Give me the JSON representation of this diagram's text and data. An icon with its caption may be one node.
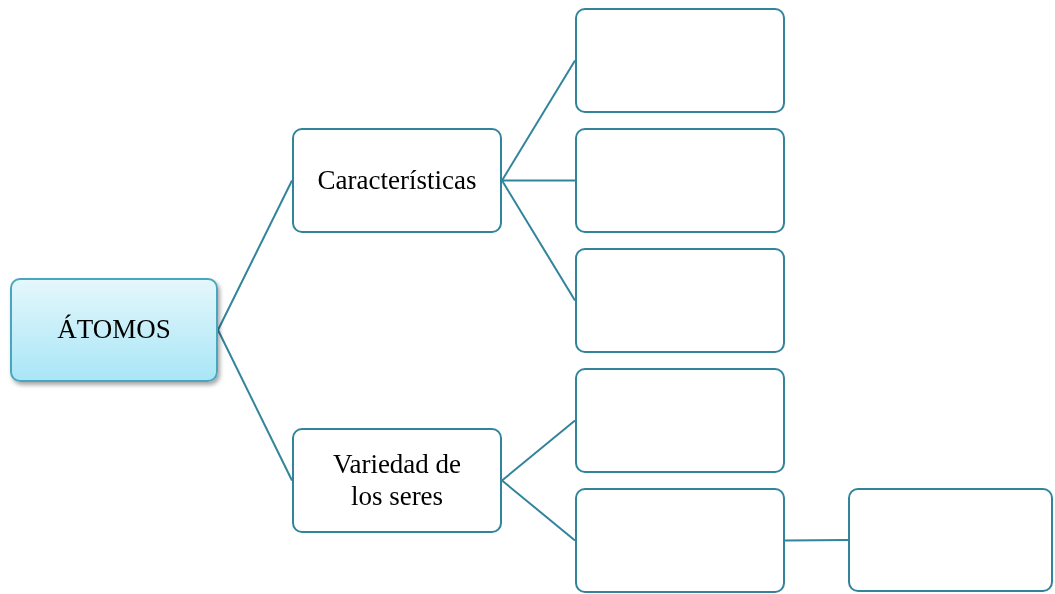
{
  "diagram": {
    "nodes": [
      {
        "text": [
          "ÁTOMOS"
        ]
      },
      {
        "text": [
          "Características"
        ]
      },
      {
        "text": [],
        "shape": "box"
      },
      {
        "text": [],
        "shape": "box"
      },
      {
        "text": [],
        "shape": "box"
      },
      {
        "text": [
          "Variedad de los seres"
        ]
      },
      {
        "text": [],
        "shape": "box"
      },
      {
        "text": [],
        "shape": "box"
      },
      {
        "text": [],
        "shape": "box"
      }
    ],
    "edges": [
      {
        "from": 0,
        "to": 1,
        "arrow": "none"
      },
      {
        "from": 0,
        "to": 5,
        "arrow": "none"
      },
      {
        "from": 1,
        "to": 2,
        "arrow": "none"
      },
      {
        "from": 1,
        "to": 3,
        "arrow": "none"
      },
      {
        "from": 1,
        "to": 4,
        "arrow": "none"
      },
      {
        "from": 5,
        "to": 6,
        "arrow": "none"
      },
      {
        "from": 5,
        "to": 7,
        "arrow": "none"
      },
      {
        "from": 7,
        "to": 8,
        "arrow": "none"
      }
    ]
  }
}
